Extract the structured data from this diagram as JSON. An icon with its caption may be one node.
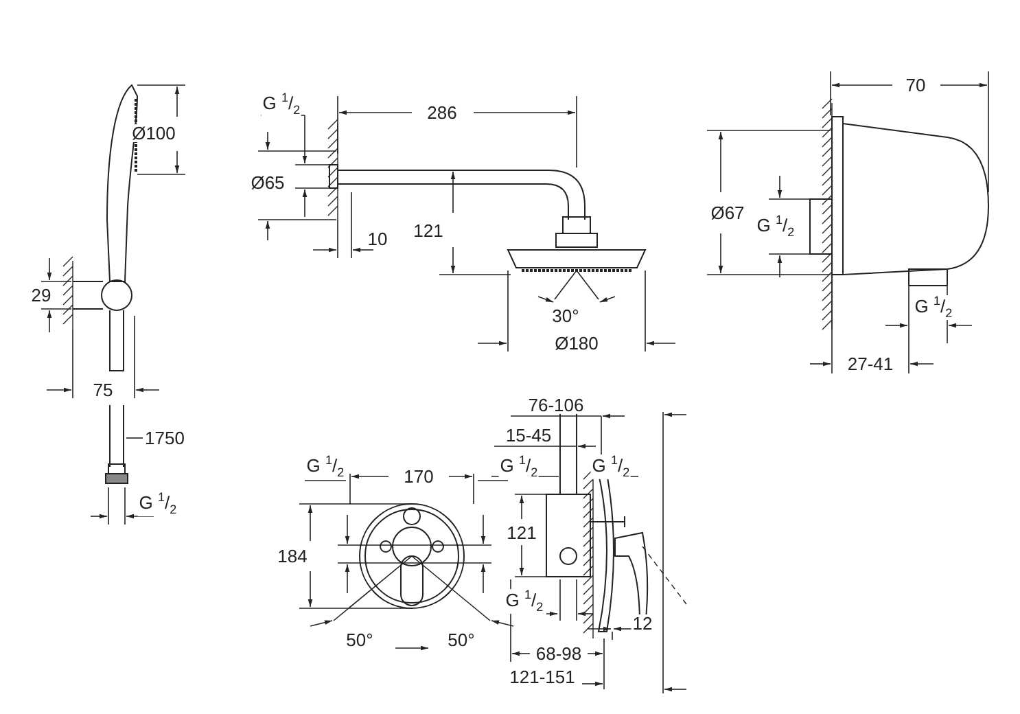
{
  "diagram": {
    "labels": [
      "70",
      "G $^{1}$/$_{2}$",
      "286",
      "Ø100",
      "Ø65",
      "Ø67",
      "G $^{1}$/$_{2}$",
      "121",
      "10",
      "29",
      "30°",
      "G $^{1}$/$_{2}$",
      "Ø180",
      "27-41",
      "75",
      "76-106",
      "1750",
      "15-45",
      "G $^{1}$/$_{2}$",
      "170",
      "G $^{1}$/$_{2}$",
      "G $^{1}$/$_{2}$",
      "G $^{1}$/$_{2}$",
      "121",
      "184",
      "G $^{1}$/$_{2}$",
      "12",
      "50°",
      "50°",
      "68-98",
      "121-151"
    ]
  }
}
